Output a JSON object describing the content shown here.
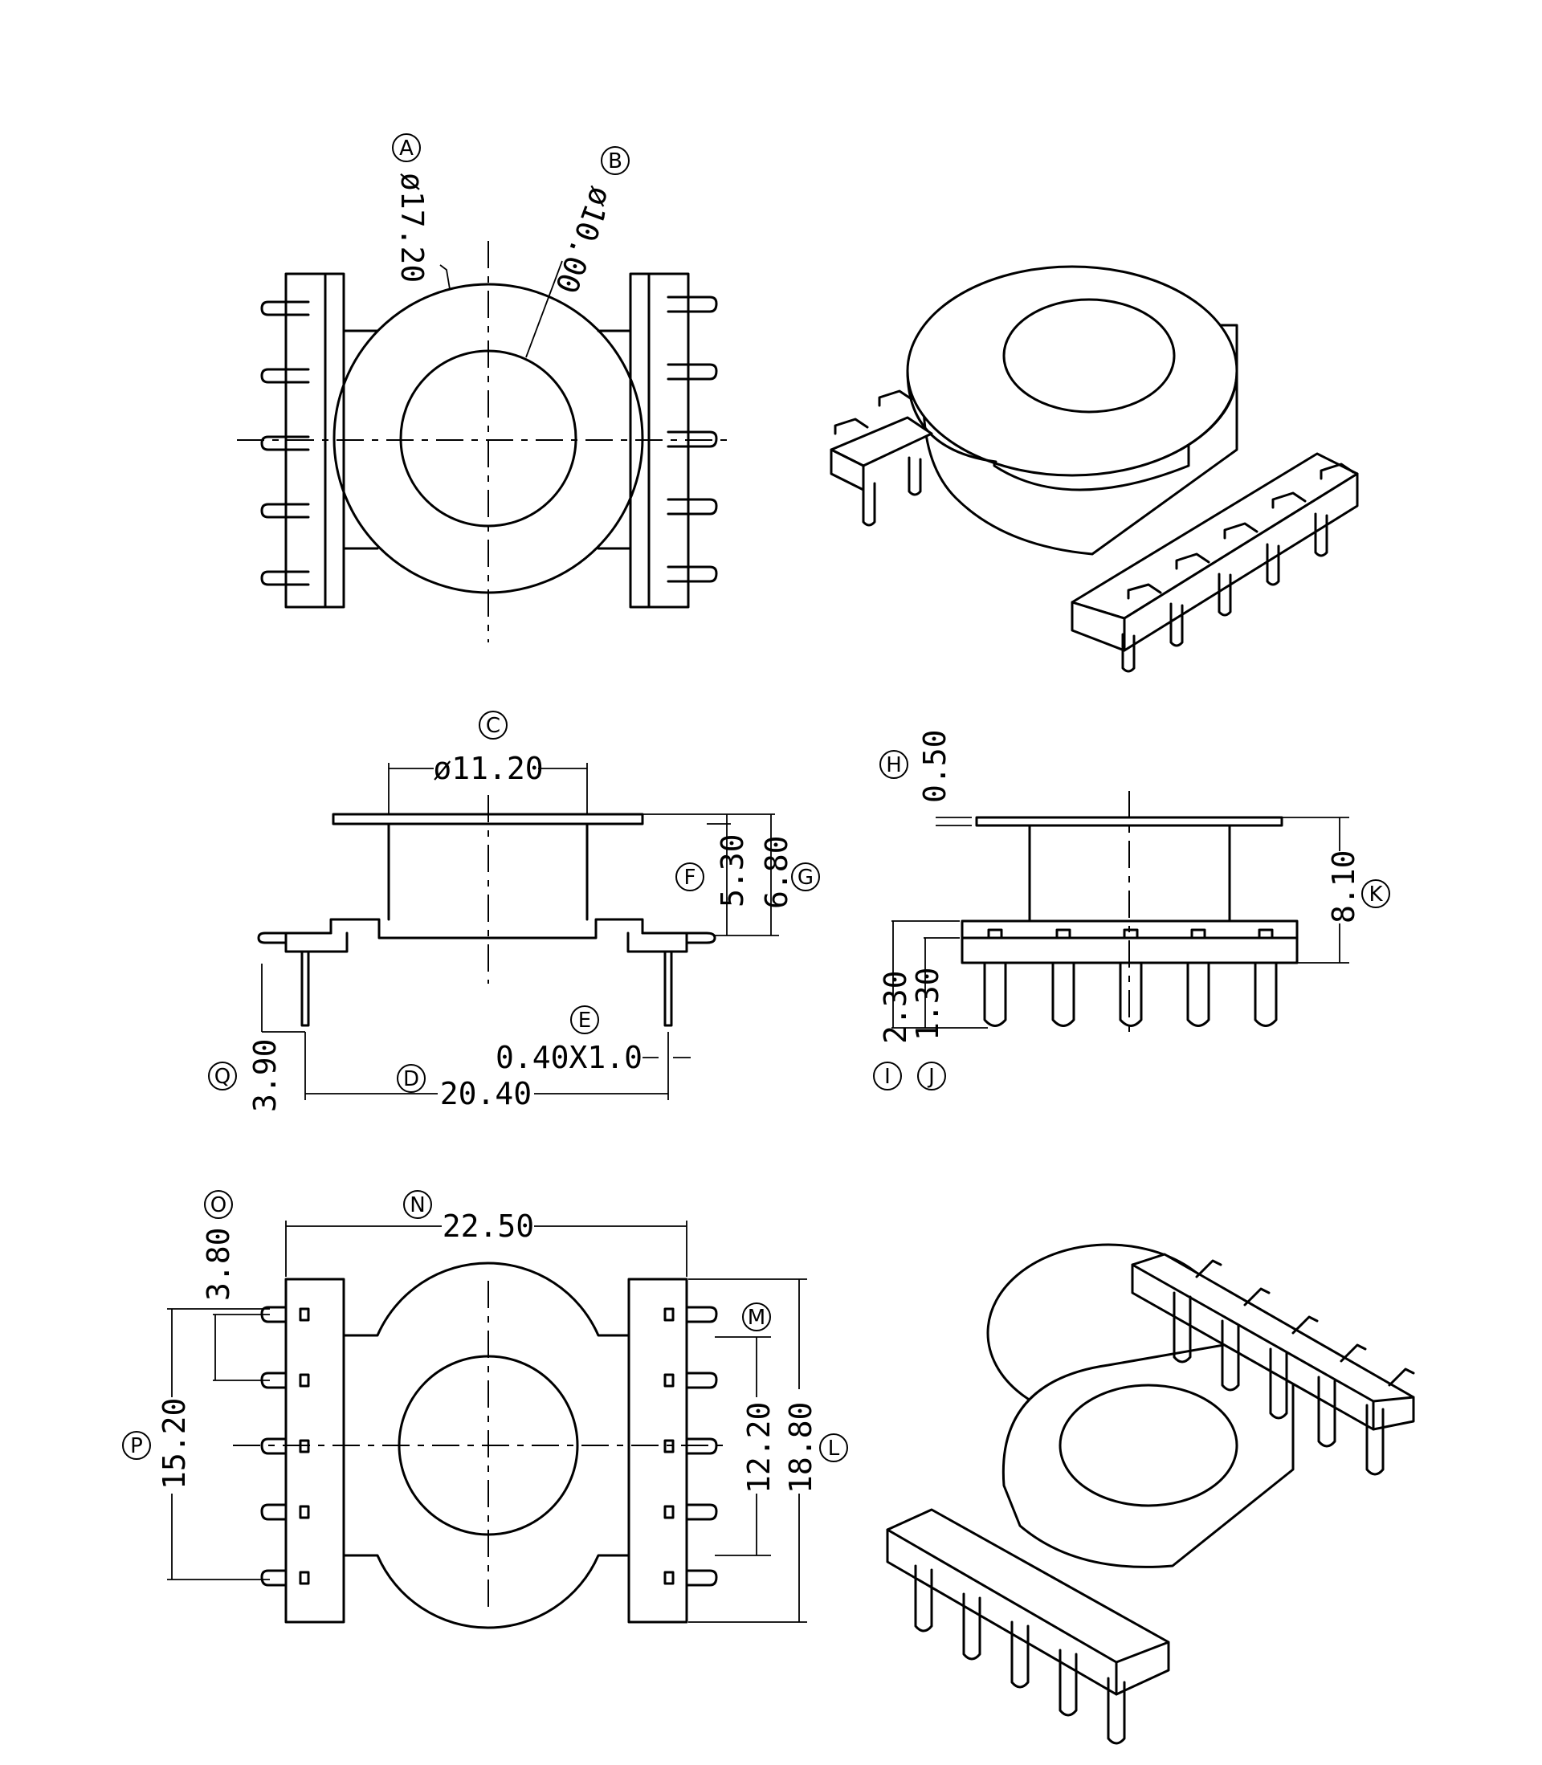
{
  "dimensions": {
    "A": {
      "letter": "A",
      "value": "ø17.20"
    },
    "B": {
      "letter": "B",
      "value": "ø10.00"
    },
    "C": {
      "letter": "C",
      "value": "ø11.20"
    },
    "D": {
      "letter": "D",
      "value": "20.40"
    },
    "E": {
      "letter": "E",
      "value": "0.40X1.0"
    },
    "F": {
      "letter": "F",
      "value": "5.30"
    },
    "G": {
      "letter": "G",
      "value": "6.80"
    },
    "H": {
      "letter": "H",
      "value": "0.50"
    },
    "I": {
      "letter": "I",
      "value": "2.30"
    },
    "J": {
      "letter": "J",
      "value": "1.30"
    },
    "K": {
      "letter": "K",
      "value": "8.10"
    },
    "L": {
      "letter": "L",
      "value": "18.80"
    },
    "M": {
      "letter": "M",
      "value": "12.20"
    },
    "N": {
      "letter": "N",
      "value": "22.50"
    },
    "O": {
      "letter": "O",
      "value": "3.80"
    },
    "P": {
      "letter": "P",
      "value": "15.20"
    },
    "Q": {
      "letter": "Q",
      "value": "3.90"
    }
  }
}
